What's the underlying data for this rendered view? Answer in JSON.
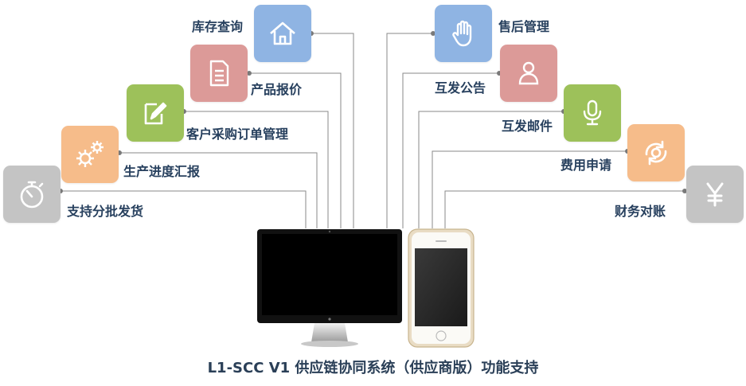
{
  "features": {
    "inventory_query": {
      "label": "库存查询",
      "icon": "house-icon",
      "color": "#8fb4e3"
    },
    "product_quote": {
      "label": "产品报价",
      "icon": "document-icon",
      "color": "#dc9a98"
    },
    "customer_po_management": {
      "label": "客户采购订单管理",
      "icon": "edit-icon",
      "color": "#9dc15a"
    },
    "production_progress_report": {
      "label": "生产进度汇报",
      "icon": "gears-icon",
      "color": "#f6bc8a"
    },
    "support_batch_shipping": {
      "label": "支持分批发货",
      "icon": "stopwatch-icon",
      "color": "#c4c4c4"
    },
    "after_sales_management": {
      "label": "售后管理",
      "icon": "hand-icon",
      "color": "#8fb4e3"
    },
    "mutual_announcements": {
      "label": "互发公告",
      "icon": "person-icon",
      "color": "#dc9a98"
    },
    "mutual_mail": {
      "label": "互发邮件",
      "icon": "microphone-icon",
      "color": "#9dc15a"
    },
    "expense_application": {
      "label": "费用申请",
      "icon": "refresh-icon",
      "color": "#f6bc8a"
    },
    "financial_reconciliation": {
      "label": "财务对账",
      "icon": "yen-icon",
      "color": "#c4c4c4"
    }
  },
  "caption": "L1-SCC V1 供应链协同系统（供应商版）功能支持"
}
